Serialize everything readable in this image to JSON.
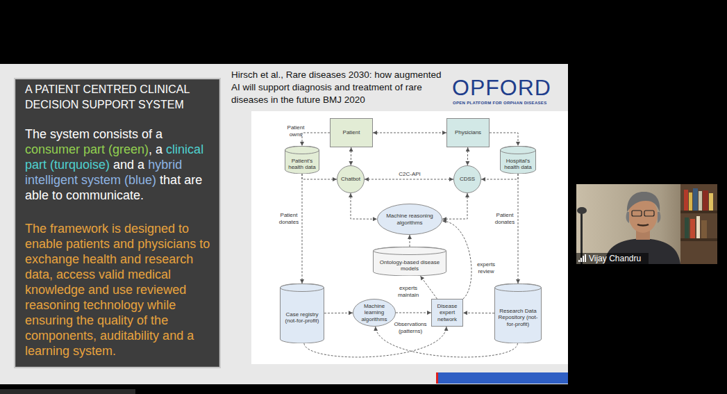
{
  "diagram": {
    "nodes": [
      {
        "text": [
          "A PATIENT CENTRED CLINICAL DECISION SUPPORT SYSTEM",
          "The system consists of a",
          "consumer part (green)",
          ", a",
          "clinical part (turquoise)",
          "and a",
          "hybrid intelligent system (blue)",
          "that are able to communicate.",
          "The framework is designed to enable patients and physicians to exchange health and research data, access valid medical knowledge and use reviewed reasoning technology while ensuring the quality of the components, auditability and a learning system."
        ]
      },
      {
        "text": [
          "Patient"
        ]
      },
      {
        "text": [
          "Physicians"
        ]
      },
      {
        "text": [
          "Patient's health data"
        ]
      },
      {
        "text": [
          "Hospital's health data"
        ]
      },
      {
        "text": [
          "Chatbot"
        ]
      },
      {
        "text": [
          "CDSS"
        ]
      },
      {
        "text": [
          "Machine reasoning algorithms"
        ]
      },
      {
        "text": [
          "Ontology-based disease models"
        ]
      },
      {
        "text": [
          "Case registry (not-for-profit)"
        ]
      },
      {
        "text": [
          "Machine learning algorithms"
        ]
      },
      {
        "text": [
          "Disease expert network"
        ]
      },
      {
        "text": [
          "Research Data Repository (not-for-profit)"
        ]
      },
      {
        "text": [
          "Vijay Chandru"
        ]
      }
    ],
    "edges": [
      {
        "from": 1,
        "to": 2,
        "arrow": "both"
      },
      {
        "from": 1,
        "to": 3,
        "label": "Patient owns",
        "arrow": "to"
      },
      {
        "from": 2,
        "to": 4,
        "arrow": "to"
      },
      {
        "from": 1,
        "to": 5,
        "arrow": "both"
      },
      {
        "from": 2,
        "to": 6,
        "arrow": "both"
      },
      {
        "from": 3,
        "to": 5,
        "arrow": "to"
      },
      {
        "from": 4,
        "to": 6,
        "arrow": "to"
      },
      {
        "from": 5,
        "to": 6,
        "label": "C2C-API",
        "arrow": "both"
      },
      {
        "from": 5,
        "to": 7,
        "arrow": "both"
      },
      {
        "from": 6,
        "to": 7,
        "arrow": "both"
      },
      {
        "from": 8,
        "to": 7,
        "arrow": "to"
      },
      {
        "from": 3,
        "to": 9,
        "label": "Patient donates",
        "arrow": "to"
      },
      {
        "from": 4,
        "to": 12,
        "label": "Patient donates",
        "arrow": "to"
      },
      {
        "from": 9,
        "to": 10,
        "arrow": "to"
      },
      {
        "from": 12,
        "to": 11,
        "arrow": "to"
      },
      {
        "from": 10,
        "to": 11,
        "label": "Observations (patterns)",
        "arrow": "to"
      },
      {
        "from": 11,
        "to": 8,
        "label": "experts maintain",
        "arrow": "to"
      },
      {
        "from": 11,
        "to": 7,
        "label": "experts review",
        "arrow": "to"
      },
      {
        "from": 9,
        "to": 11,
        "arrow": "to"
      },
      {
        "from": 12,
        "to": 10,
        "arrow": "to"
      }
    ],
    "labels": [
      "Hirsch et al., Rare diseases 2030: how augmented AI will support diagnosis and treatment of rare diseases in the future BMJ 2020",
      "OPFORD",
      "OPEN PLATFORM FOR ORPHAN DISEASES"
    ]
  }
}
